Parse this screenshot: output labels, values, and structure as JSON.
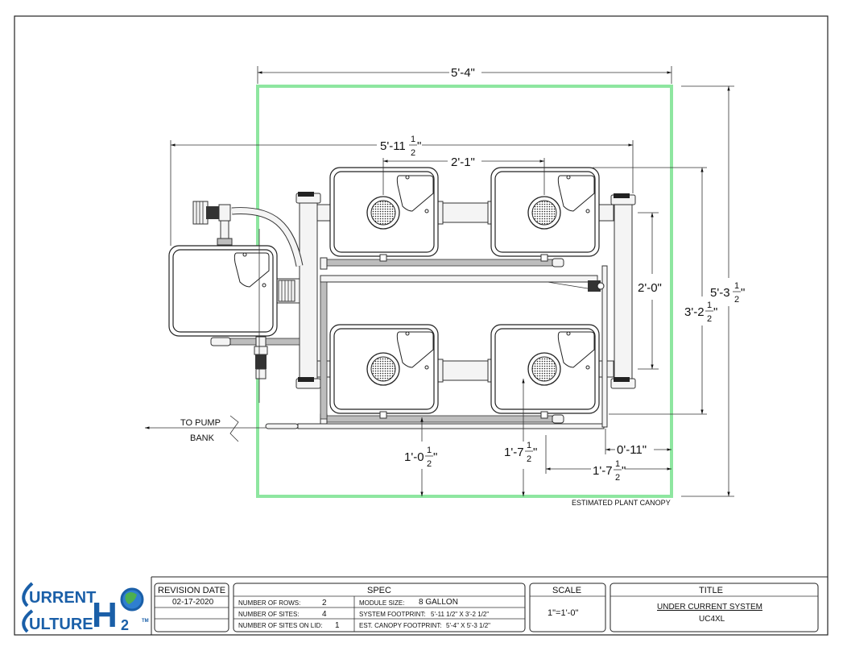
{
  "drawing": {
    "dim_overall_width": "5'-4\"",
    "dim_system_width_whole": "5'-11",
    "dim_system_width_num": "1",
    "dim_system_width_den": "2",
    "dim_module_spacing": "2'-1\"",
    "dim_row_spacing": "2'-0\"",
    "dim_canopy_height_whole": "5'-3",
    "dim_canopy_height_num": "1",
    "dim_canopy_height_den": "2",
    "dim_system_height_whole": "3'-2",
    "dim_system_height_num": "1",
    "dim_system_height_den": "2",
    "dim_bottom_offset_whole": "1'-0",
    "dim_bottom_offset_num": "1",
    "dim_bottom_offset_den": "2",
    "dim_site_offset_whole": "1'-7",
    "dim_site_offset_num": "1",
    "dim_site_offset_den": "2",
    "dim_right_offset": "0'-11\"",
    "dim_right_canopy_whole": "1'-7",
    "dim_right_canopy_num": "1",
    "dim_right_canopy_den": "2",
    "inch_mark": "\"",
    "to_pump_line1": "TO PUMP",
    "to_pump_line2": "BANK",
    "canopy_label": "ESTIMATED PLANT CANOPY",
    "canopy_color": "#8ee6a0"
  },
  "logo": {
    "line1": "URRENT",
    "line2": "ULTURE",
    "h": "H",
    "two": "2",
    "tm": "TM",
    "color": "#1a5fa8"
  },
  "title_block": {
    "revision_header": "REVISION DATE",
    "revision_date": "02-17-2020",
    "spec_header": "SPEC",
    "rows_label": "NUMBER OF ROWS:",
    "rows_value": "2",
    "sites_label": "NUMBER OF SITES:",
    "sites_value": "4",
    "lid_label": "NUMBER OF SITES ON LID:",
    "lid_value": "1",
    "module_label": "MODULE SIZE:",
    "module_value": "8 GALLON",
    "footprint_label": "SYSTEM FOOTPRINT:",
    "footprint_value": "5'-11 1/2\" X 3'-2 1/2\"",
    "canopy_fp_label": "EST. CANOPY FOOTPRINT:",
    "canopy_fp_value": "5'-4\" X 5'-3 1/2\"",
    "scale_header": "SCALE",
    "scale_value": "1\"=1'-0\"",
    "title_header": "TITLE",
    "title_line1": "UNDER CURRENT SYSTEM",
    "title_line2": "UC4XL"
  }
}
